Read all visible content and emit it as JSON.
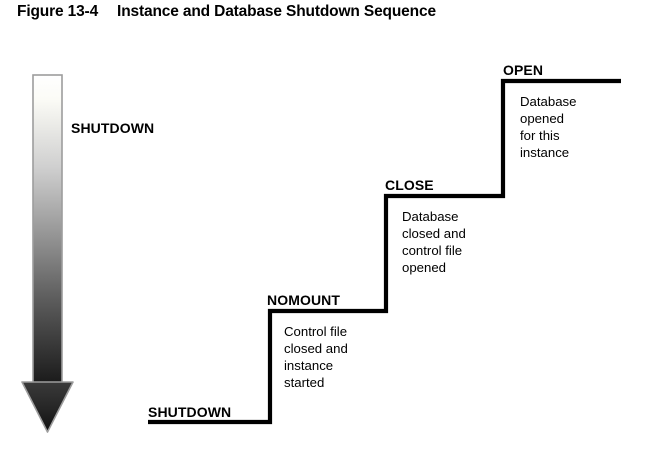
{
  "figure": {
    "number": "Figure 13-4",
    "title": "Instance and Database Shutdown Sequence"
  },
  "arrow": {
    "label": "SHUTDOWN",
    "direction": "down",
    "gradient_from": "#ffffff",
    "gradient_to": "#1a1a1a"
  },
  "steps": [
    {
      "id": "shutdown",
      "label": "SHUTDOWN",
      "description": ""
    },
    {
      "id": "nomount",
      "label": "NOMOUNT",
      "description": "Control file\nclosed and\ninstance\nstarted"
    },
    {
      "id": "close",
      "label": "CLOSE",
      "description": "Database\nclosed and\ncontrol file\nopened"
    },
    {
      "id": "open",
      "label": "OPEN",
      "description": "Database\nopened\nfor this\ninstance"
    }
  ],
  "colors": {
    "line": "#000000",
    "text": "#000000",
    "background": "#ffffff"
  }
}
